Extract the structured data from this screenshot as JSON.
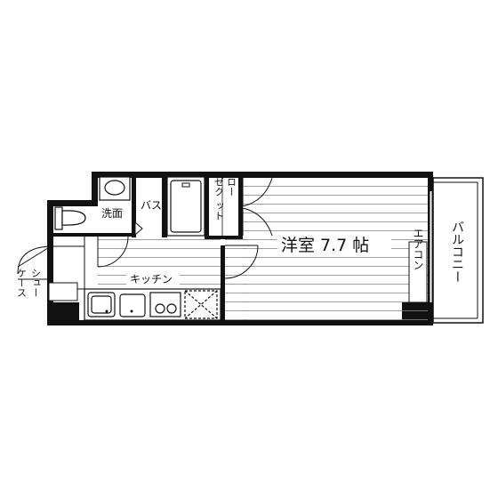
{
  "rooms": {
    "washroom": "洗面",
    "bath": "バス",
    "closet": [
      "ゼク",
      "ット",
      "ロー"
    ],
    "western_room": "洋室 7.7 帖",
    "kitchen": "キッチン",
    "balcony": "バルコニー",
    "aircon": "エアコン",
    "shoe_case": [
      "シュー",
      "ケース"
    ]
  },
  "colors": {
    "wall": "#111111",
    "fill": "#ffffff"
  }
}
